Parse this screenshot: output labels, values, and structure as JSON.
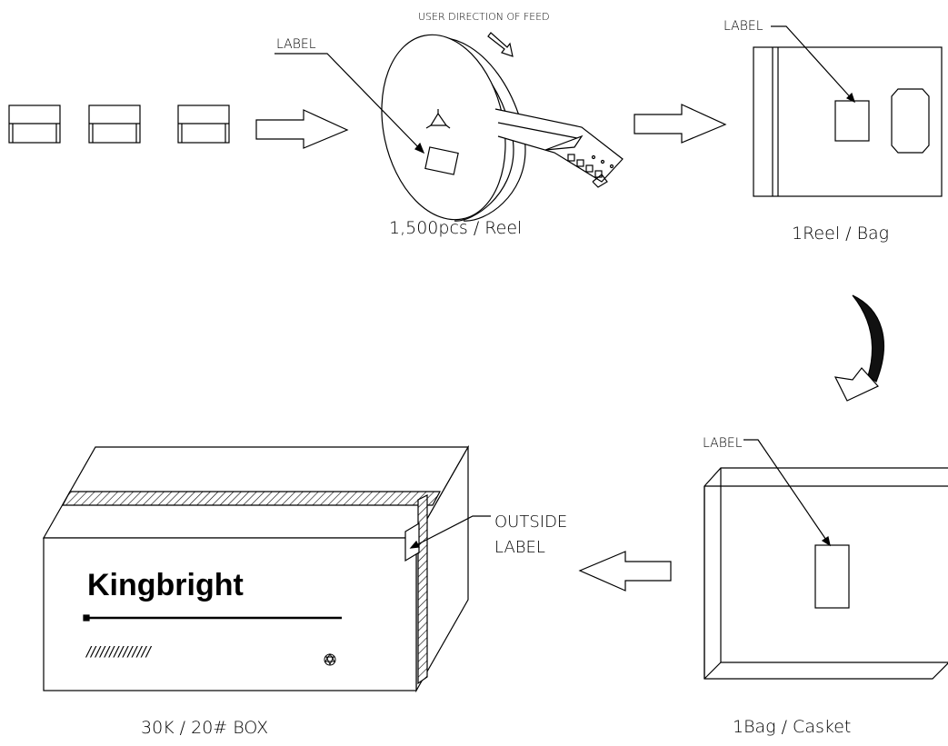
{
  "labels": {
    "feed_direction": "USER DIRECTION OF FEED",
    "reel_label": "LABEL",
    "bag_label": "LABEL",
    "casket_label": "LABEL",
    "outside_label_line1": "OUTSIDE",
    "outside_label_line2": "LABEL"
  },
  "captions": {
    "reel": "1,500pcs / Reel",
    "bag": "1Reel / Bag",
    "casket": "1Bag / Casket",
    "box": "30K / 20# BOX"
  },
  "box": {
    "brand": "Kingbright",
    "marking": "//////////////"
  },
  "icons": {
    "recycle": "recycle-icon",
    "reel_hub": "reel-hub-icon"
  },
  "colors": {
    "line": "#000000",
    "background": "#ffffff"
  }
}
